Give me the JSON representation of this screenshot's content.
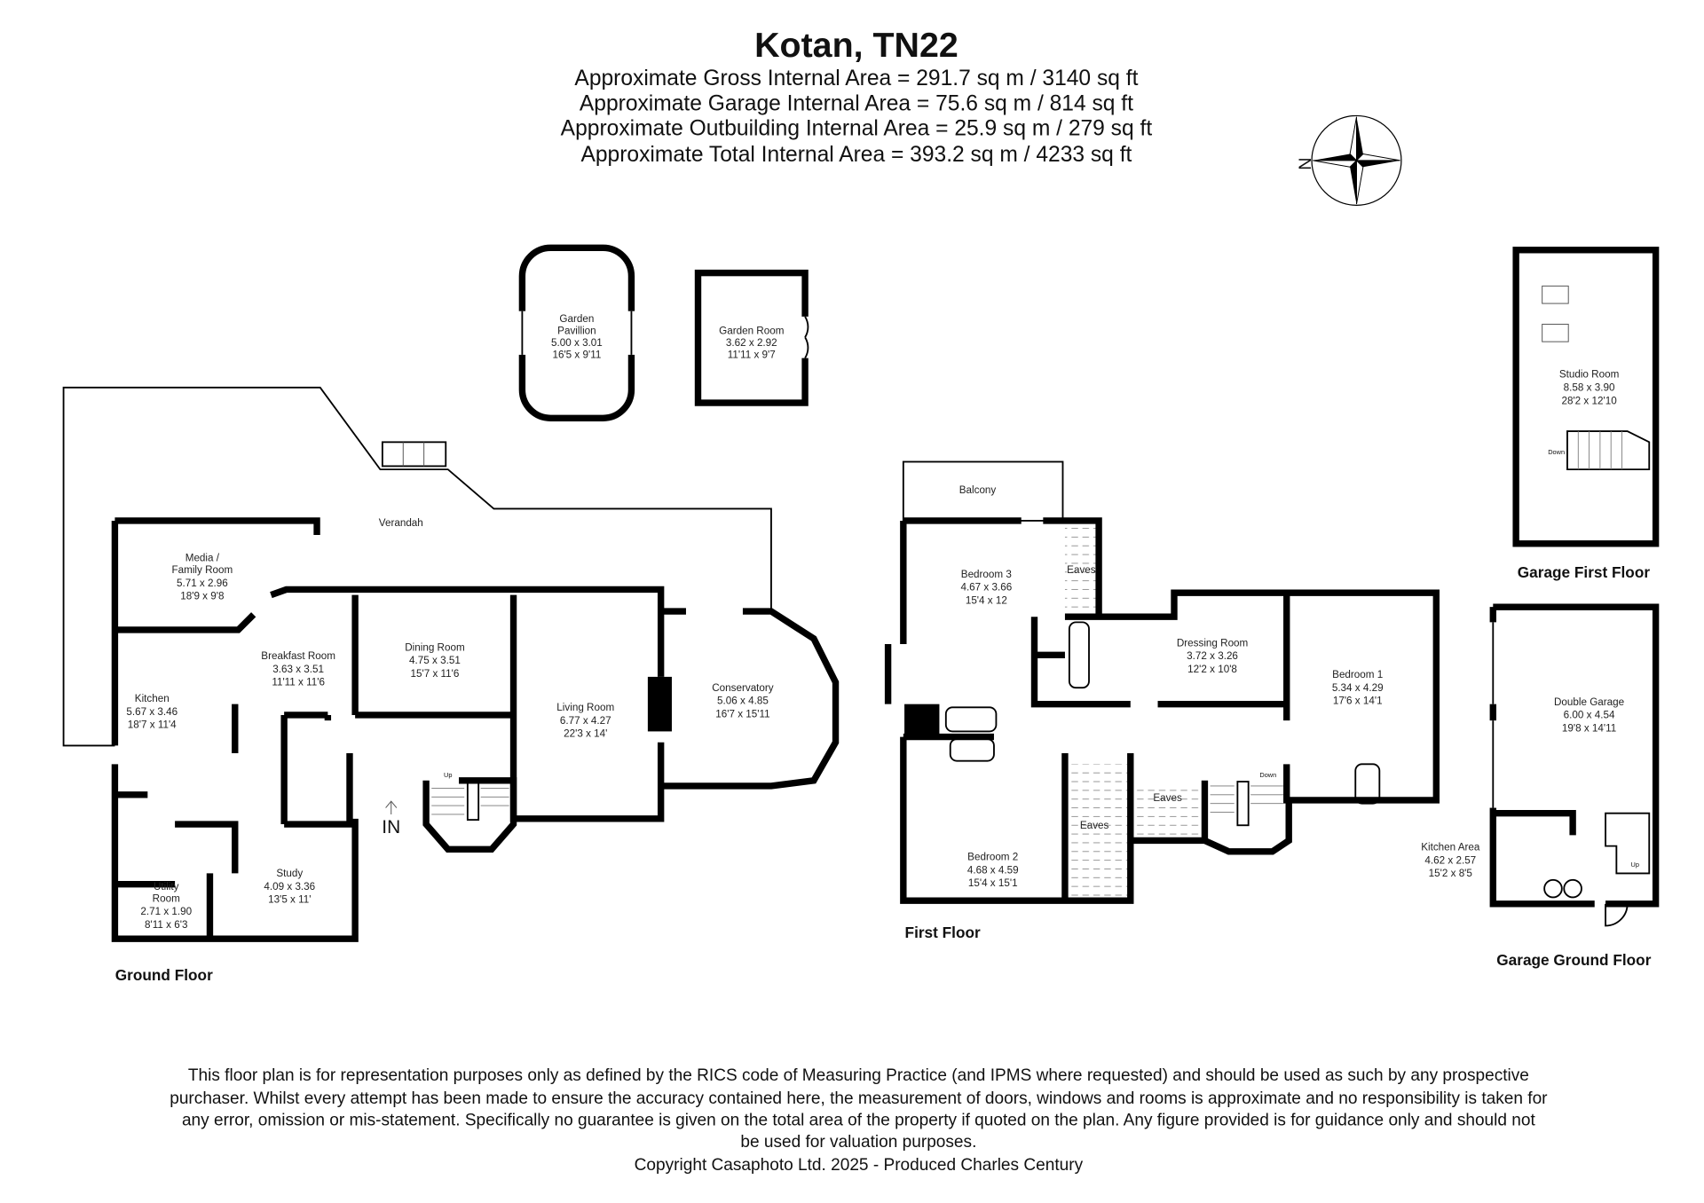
{
  "header": {
    "title": "Kotan, TN22",
    "areas": [
      "Approximate Gross Internal Area = 291.7 sq m / 3140 sq ft",
      "Approximate Garage Internal Area = 75.6 sq m / 814 sq ft",
      "Approximate Outbuilding Internal Area = 25.9 sq m / 279 sq ft",
      "Approximate Total Internal Area = 393.2 sq m / 4233 sq ft"
    ]
  },
  "compass": {
    "label": "N"
  },
  "ground_floor": {
    "label": "Ground Floor",
    "entrance": "IN",
    "stairs": "Up",
    "rooms": {
      "verandah": {
        "name": "Verandah"
      },
      "media": {
        "name": "Media /",
        "name2": "Family Room",
        "metric": "5.71 x 2.96",
        "imperial": "18'9 x 9'8"
      },
      "breakfast": {
        "name": "Breakfast Room",
        "metric": "3.63 x 3.51",
        "imperial": "11'11 x 11'6"
      },
      "kitchen": {
        "name": "Kitchen",
        "metric": "5.67 x 3.46",
        "imperial": "18'7 x 11'4"
      },
      "dining": {
        "name": "Dining Room",
        "metric": "4.75 x 3.51",
        "imperial": "15'7 x 11'6"
      },
      "living": {
        "name": "Living Room",
        "metric": "6.77 x 4.27",
        "imperial": "22'3 x 14'"
      },
      "conservatory": {
        "name": "Conservatory",
        "metric": "5.06 x 4.85",
        "imperial": "16'7 x 15'11"
      },
      "study": {
        "name": "Study",
        "metric": "4.09 x 3.36",
        "imperial": "13'5 x 11'"
      },
      "utility": {
        "name": "Utility",
        "name2": "Room",
        "metric": "2.71 x 1.90",
        "imperial": "8'11 x 6'3"
      }
    }
  },
  "outbuildings": {
    "pavillion": {
      "name": "Garden",
      "name2": "Pavillion",
      "metric": "5.00 x 3.01",
      "imperial": "16'5 x 9'11"
    },
    "garden_room": {
      "name": "Garden Room",
      "metric": "3.62 x 2.92",
      "imperial": "11'11 x 9'7"
    }
  },
  "first_floor": {
    "label": "First Floor",
    "stairs": "Down",
    "eaves": "Eaves",
    "rooms": {
      "balcony": {
        "name": "Balcony"
      },
      "bedroom3": {
        "name": "Bedroom 3",
        "metric": "4.67 x 3.66",
        "imperial": "15'4 x 12"
      },
      "dressing": {
        "name": "Dressing Room",
        "metric": "3.72 x 3.26",
        "imperial": "12'2 x 10'8"
      },
      "bedroom1": {
        "name": "Bedroom 1",
        "metric": "5.34 x 4.29",
        "imperial": "17'6 x 14'1"
      },
      "bedroom2": {
        "name": "Bedroom 2",
        "metric": "4.68 x 4.59",
        "imperial": "15'4 x 15'1"
      }
    }
  },
  "garage_first_floor": {
    "label": "Garage First Floor",
    "stairs": "Down",
    "studio": {
      "name": "Studio Room",
      "metric": "8.58 x 3.90",
      "imperial": "28'2 x 12'10"
    }
  },
  "garage_ground_floor": {
    "label": "Garage Ground Floor",
    "stairs": "Up",
    "garage": {
      "name": "Double Garage",
      "metric": "6.00 x 4.54",
      "imperial": "19'8 x 14'11"
    },
    "kitchen_area": {
      "name": "Kitchen Area",
      "metric": "4.62 x 2.57",
      "imperial": "15'2 x 8'5"
    }
  },
  "disclaimer": [
    "This floor plan is for representation purposes only as defined by the RICS code of Measuring Practice (and IPMS where requested) and should be used as such by any prospective",
    "purchaser. Whilst every attempt has been made to ensure the accuracy contained here, the measurement of doors, windows and rooms is approximate and no responsibility is taken for",
    "any error, omission or mis-statement. Specifically no guarantee is given on the total area of the property if quoted on the plan. Any figure provided is for guidance only and should not",
    "be used for valuation purposes.",
    "Copyright Casaphoto Ltd. 2025 - Produced Charles Century"
  ]
}
